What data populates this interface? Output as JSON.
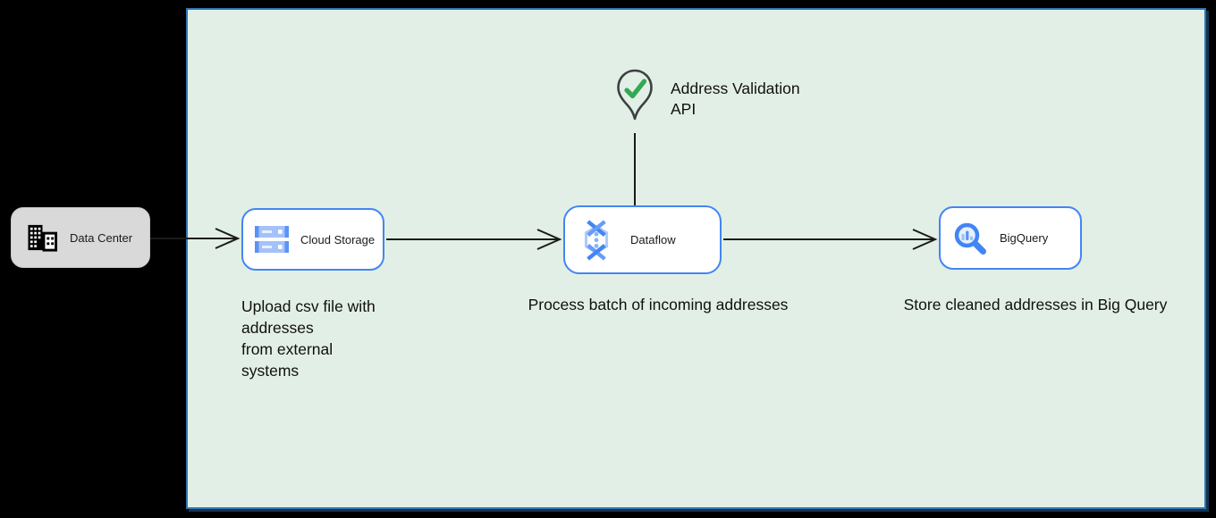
{
  "zone": {
    "fill": "#e2efe6",
    "border_color": "#2e75b6"
  },
  "colors": {
    "canvas_bg": "#000000",
    "node_border": "#4285f4",
    "node_fill": "#ffffff",
    "datacenter_fill": "#d9d9d9",
    "arrow": "#1a1a1a",
    "pin_outline": "#3c4043",
    "check_green": "#34a853",
    "gcp_blue": "#4285f4",
    "gcp_blue_light": "#aecbfa"
  },
  "nodes": {
    "data_center": {
      "label": "Data Center",
      "icon": "building-icon"
    },
    "cloud_storage": {
      "label": "Cloud Storage",
      "icon": "cloud-storage-buckets-icon",
      "caption": "Upload csv file with\naddresses\nfrom external\nsystems"
    },
    "dataflow": {
      "label": "Dataflow",
      "icon": "dataflow-icon",
      "caption": "Process batch of incoming addresses"
    },
    "bigquery": {
      "label": "BigQuery",
      "icon": "bigquery-magnifier-icon",
      "caption": "Store cleaned addresses in Big Query"
    },
    "address_validation_api": {
      "label": "Address Validation\nAPI",
      "icon": "map-pin-check-icon"
    }
  }
}
